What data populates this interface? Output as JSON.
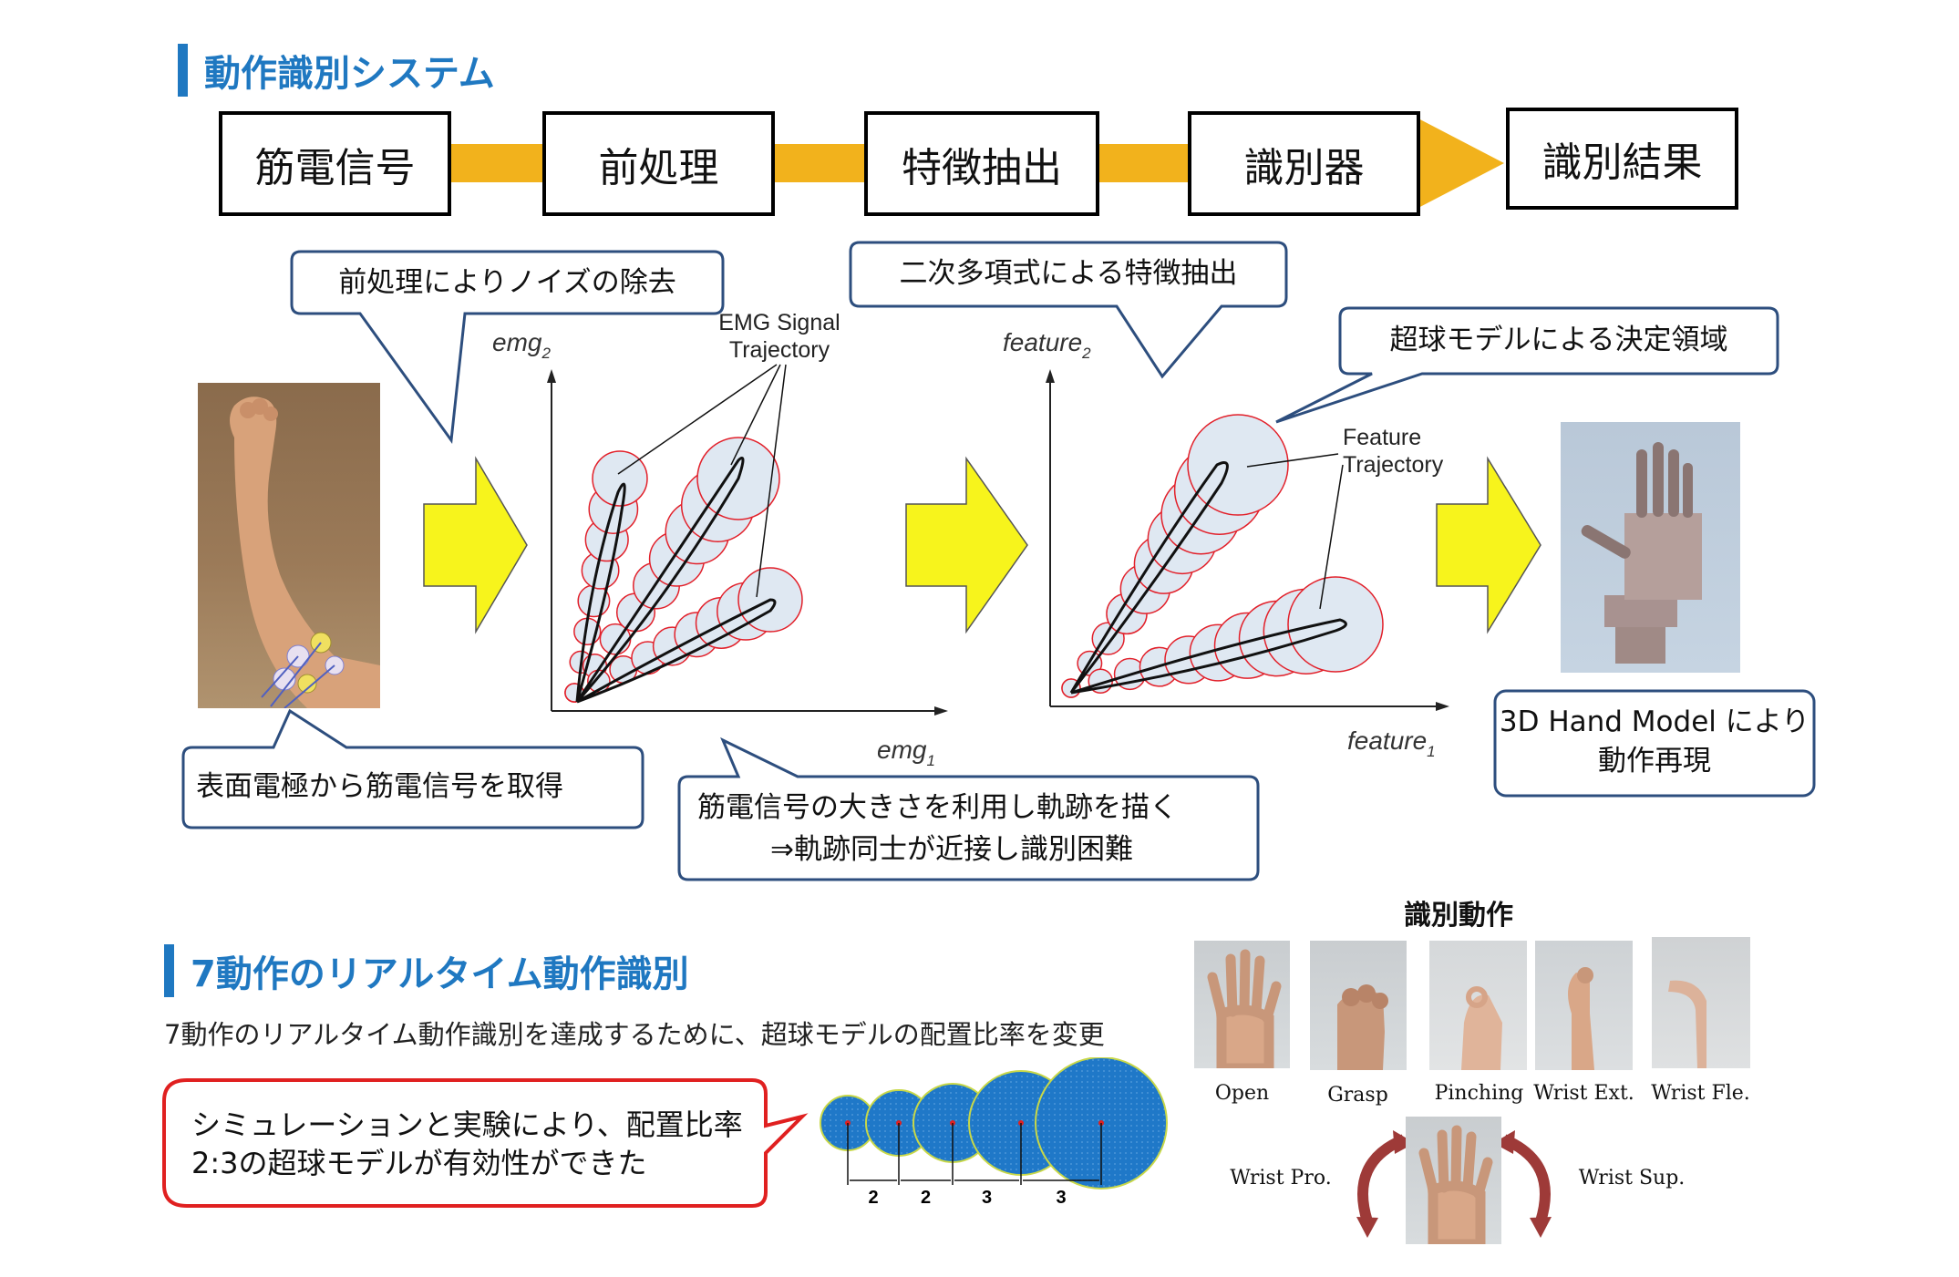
{
  "section1": {
    "title": "動作識別システム"
  },
  "flow": {
    "steps": [
      "筋電信号",
      "前処理",
      "特徴抽出",
      "識別器",
      "識別結果"
    ],
    "arrow_color": "#f2b21c"
  },
  "callouts": {
    "preprocess": "前処理によりノイズの除去",
    "feature": "二次多項式による特徴抽出",
    "hypersphere": "超球モデルによる決定領域",
    "electrode": "表面電極から筋電信号を取得",
    "trajectory_line1": "筋電信号の大きさを利用し軌跡を描く",
    "trajectory_line2": "⇒軌跡同士が近接し識別困難",
    "model_line1": "3D Hand Model により",
    "model_line2": "動作再現"
  },
  "plot_emg": {
    "xlabel": "emg",
    "xsub": "1",
    "ylabel": "emg",
    "ysub": "2",
    "annotation_line1": "EMG Signal",
    "annotation_line2": "Trajectory"
  },
  "plot_feature": {
    "xlabel": "feature",
    "xsub": "1",
    "ylabel": "feature",
    "ysub": "2",
    "annotation_line1": "Feature",
    "annotation_line2": "Trajectory"
  },
  "section2": {
    "title": "7動作のリアルタイム動作識別",
    "description": "7動作のリアルタイム動作識別を達成するために、超球モデルの配置比率を変更",
    "result_line1": "シミュレーションと実験により、配置比率",
    "result_line2": "2:3の超球モデルが有効性ができた",
    "ratio_labels": [
      "2",
      "2",
      "3",
      "3"
    ]
  },
  "motions": {
    "title": "識別動作",
    "labels": [
      "Open",
      "Grasp",
      "Pinching",
      "Wrist Ext.",
      "Wrist Fle."
    ],
    "rotation_left": "Wrist Pro.",
    "rotation_right": "Wrist Sup."
  },
  "colors": {
    "accent": "#1f78c1",
    "callout_border": "#2d4e7e",
    "result_border": "#e02020",
    "big_arrow": "#f7f41c",
    "sphere_fill": "#dfe8f2",
    "sphere_edge": "#e2202a",
    "ratio_sphere": "#1f78c8"
  }
}
